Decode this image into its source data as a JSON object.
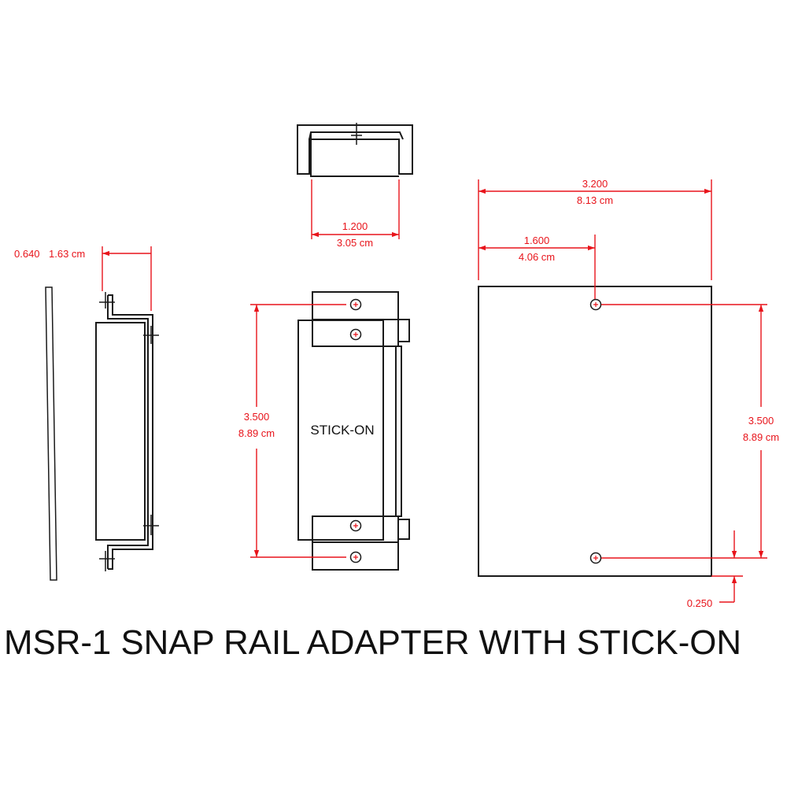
{
  "title": "MSR-1 SNAP RAIL ADAPTER WITH STICK-ON",
  "colors": {
    "dimension": "#e8141b",
    "outline": "#1a1a1a",
    "background": "#ffffff"
  },
  "side_view": {
    "depth_in": "0.640",
    "depth_cm": "1.63 cm"
  },
  "top_view": {
    "width_in": "1.200",
    "width_cm": "3.05 cm"
  },
  "front_view": {
    "label": "STICK-ON",
    "height_in": "3.500",
    "height_cm": "8.89 cm"
  },
  "plate_view": {
    "width_in": "3.200",
    "width_cm": "8.13 cm",
    "hole_offset_in": "1.600",
    "hole_offset_cm": "4.06 cm",
    "hole_spacing_in": "3.500",
    "hole_spacing_cm": "8.89 cm",
    "edge_offset_in": "0.250"
  }
}
